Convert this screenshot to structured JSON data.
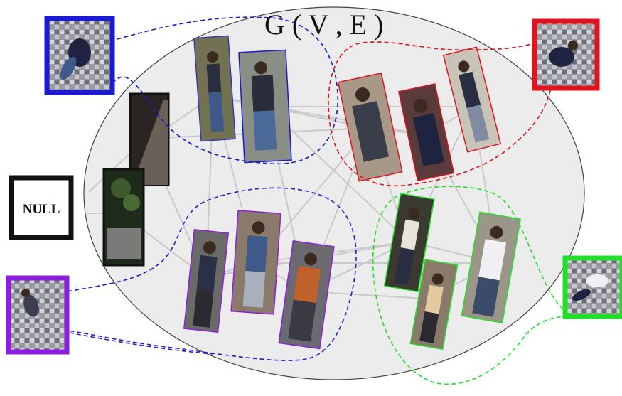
{
  "graph_label": "G ( V , E )",
  "null_label": "NULL",
  "colors": {
    "blue": "#1a1ad6",
    "red": "#e0141e",
    "green": "#22e02a",
    "purple": "#8d1ee0",
    "black": "#111111",
    "edge": "#c9c9c9",
    "ellipse_fill": "#ececec"
  },
  "overhead_views": [
    "blue",
    "red",
    "null",
    "purple",
    "green"
  ],
  "identity_groups": [
    "blue",
    "red",
    "purple",
    "green"
  ]
}
